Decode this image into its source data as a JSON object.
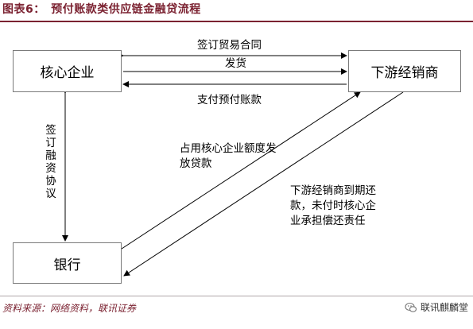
{
  "header": {
    "title": "图表6：　预付账款类供应链金融贷流程"
  },
  "nodes": {
    "core": "核心企业",
    "downstream": "下游经销商",
    "bank": "银行"
  },
  "edges": {
    "sign_contract": "签订贸易合同",
    "ship": "发货",
    "prepay": "支付预付账款",
    "agreement": "签订融资协议",
    "loan": "占用核心企业额度发放贷款",
    "repay": "下游经销商到期还款，未付时核心企业承担偿还责任"
  },
  "footer": {
    "source": "资料来源：网络资料，联讯证券",
    "watermark": "联讯麒麟堂"
  },
  "colors": {
    "accent": "#7b2231",
    "box_border": "#7a7a7a",
    "line": "#000000"
  }
}
